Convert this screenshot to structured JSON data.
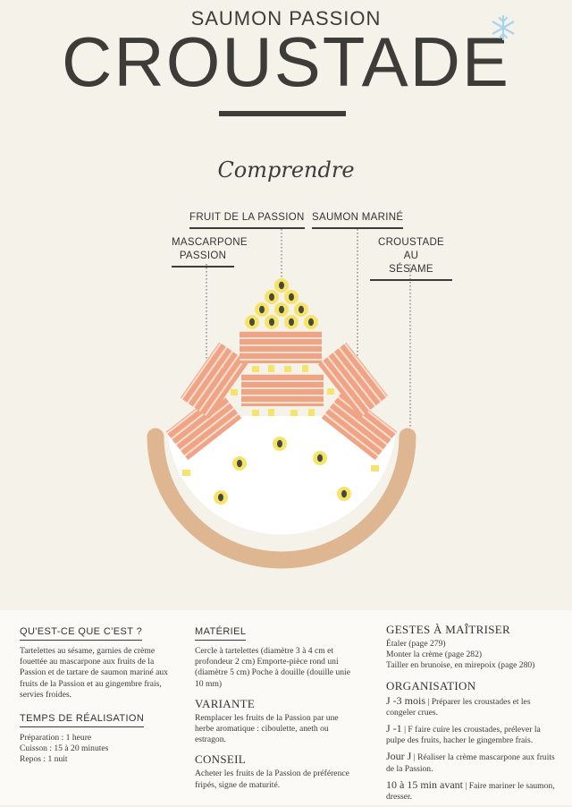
{
  "header": {
    "subtitle": "SAUMON PASSION",
    "title": "CROUSTADE",
    "badge_icon": "snowflake-icon",
    "badge_color": "#a9d4ee"
  },
  "section_heading": "Comprendre",
  "diagram_labels": {
    "fruit_passion": "FRUIT DE LA PASSION",
    "saumon_marine": "SAUMON MARINÉ",
    "mascarpone_line1": "MASCARPONE",
    "mascarpone_line2": "PASSION",
    "croustade_line1": "CROUSTADE AU",
    "croustade_line2": "SÉSAME"
  },
  "colors": {
    "salmon": "#f0a486",
    "salmon_stripe": "#fbe0d2",
    "croustade": "#deb692",
    "cream": "#ffffff",
    "passion_yellow": "#f6e46a",
    "seed": "#4a4a3a",
    "text_dark": "#3d3c38"
  },
  "info": {
    "quest": {
      "heading": "QU'EST-CE QUE C'EST ?",
      "text": "Tartelettes au sésame, garnies de crème fouettée au mascarpone aux fruits de la Passion et de tartare de saumon mariné aux fruits de la Passion et au gingembre frais, servies froides."
    },
    "temps": {
      "heading": "TEMPS DE RÉALISATION",
      "lines": [
        "Préparation : 1 heure",
        "Cuisson : 15 à 20 minutes",
        "Repos : 1 nuit"
      ]
    },
    "materiel": {
      "heading": "MATÉRIEL",
      "text": "Cercle à tartelettes (diamètre 3 à 4 cm et profondeur 2 cm) Emporte-pièce rond uni (diamètre 5 cm) Poche à douille (douille unie 10 mm)"
    },
    "variante": {
      "heading": "VARIANTE",
      "text": "Remplacer les fruits de la Passion par une herbe aromatique : ciboulette, aneth ou estragon."
    },
    "conseil": {
      "heading": "CONSEIL",
      "text": "Acheter les fruits de la Passion de préférence fripés, signe de maturité."
    },
    "gestes": {
      "heading": "GESTES À MAÎTRISER",
      "lines": [
        "Étaler (page 279)",
        "Monter la crème (page 282)",
        "Tailler en brunoise, en mirepoix (page 280)"
      ]
    },
    "organisation": {
      "heading": "ORGANISATION",
      "steps": [
        {
          "when": "J -3 mois",
          "what": "Préparer les croustades et les congeler crues."
        },
        {
          "when": "J -1",
          "what": "F faire cuire les croustades, prélever la pulpe des fruits, hacher le gingembre frais."
        },
        {
          "when": "Jour J",
          "what": "Réaliser la crème mascarpone aux fruits de la Passion."
        },
        {
          "when": "10 à 15 min avant",
          "what": "Faire mariner le saumon, dresser."
        }
      ]
    }
  }
}
